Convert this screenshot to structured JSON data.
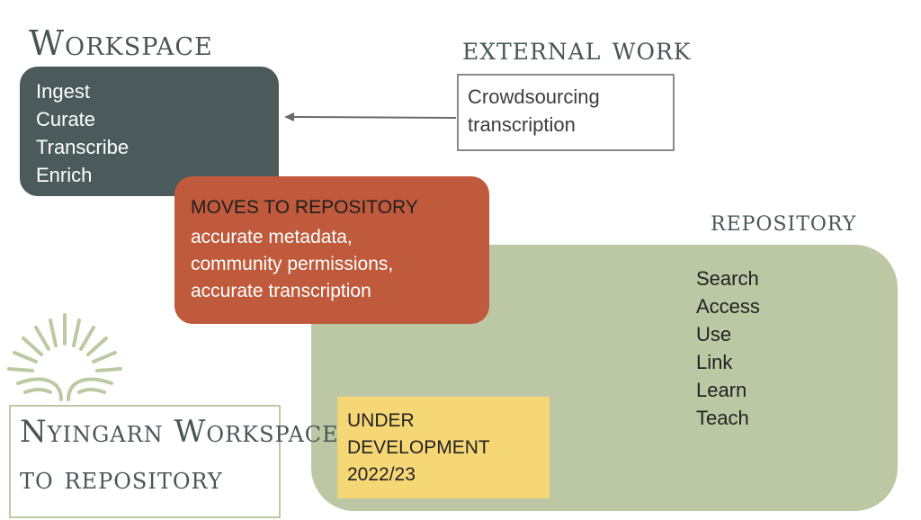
{
  "workspace": {
    "title": "Workspace",
    "items": [
      "Ingest",
      "Curate",
      "Transcribe",
      "Enrich"
    ],
    "color": "#4b5a5a"
  },
  "external": {
    "title": "external work",
    "lines": [
      "Crowdsourcing",
      "transcription"
    ]
  },
  "moves": {
    "heading": "MOVES TO REPOSITORY",
    "lines": [
      "accurate metadata,",
      "community permissions,",
      "accurate transcription"
    ],
    "color": "#bf5a3c"
  },
  "repository": {
    "title": "repository",
    "items": [
      "Search",
      "Access",
      "Use",
      "Link",
      "Learn",
      "Teach"
    ],
    "color": "#bcc8a4"
  },
  "development": {
    "lines": [
      "UNDER",
      "DEVELOPMENT",
      "2022/23"
    ],
    "color": "#f6d776"
  },
  "caption": {
    "lines": [
      "Nyingarn Workspace",
      "to repository"
    ]
  },
  "logo": {
    "icon": "sunrise-plant-icon",
    "color": "#bccaa3"
  }
}
